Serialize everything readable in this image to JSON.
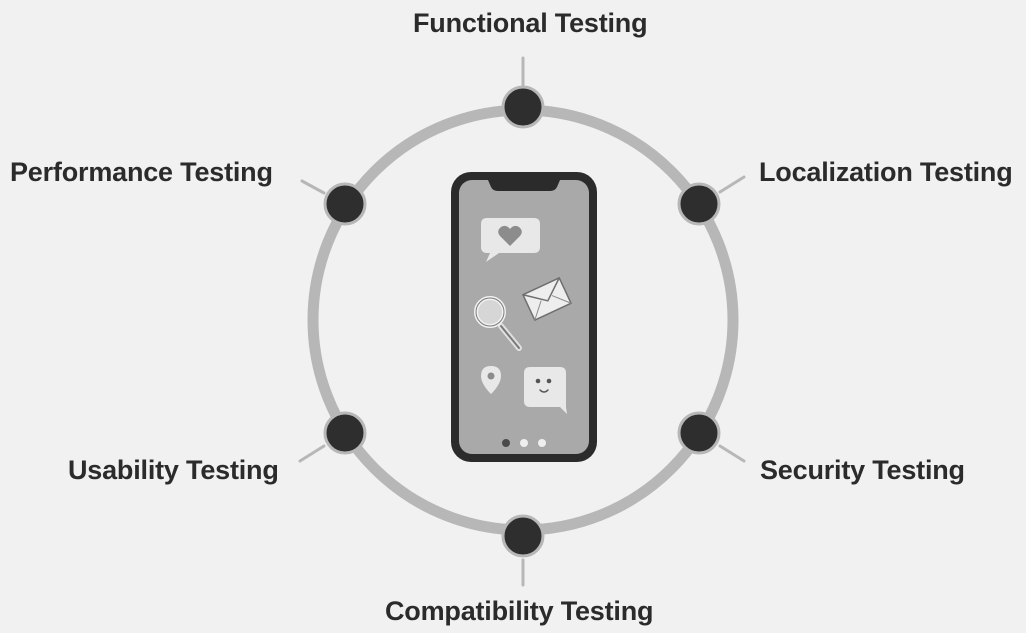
{
  "diagram": {
    "nodes": [
      {
        "id": "top",
        "label": "Functional Testing"
      },
      {
        "id": "top-right",
        "label": "Localization Testing"
      },
      {
        "id": "bottom-right",
        "label": "Security Testing"
      },
      {
        "id": "bottom",
        "label": "Compatibility Testing"
      },
      {
        "id": "bottom-left",
        "label": "Usability Testing"
      },
      {
        "id": "top-left",
        "label": "Performance Testing"
      }
    ],
    "center_icon": "smartphone-icon",
    "screen_icons": [
      "heart-chat-icon",
      "envelope-icon",
      "magnifier-icon",
      "location-pin-icon",
      "smiley-chat-icon"
    ],
    "page_dots": 3,
    "active_page_dot": 1,
    "colors": {
      "background": "#f1f1f1",
      "ring": "#b7b7b7",
      "node": "#2e2e2e",
      "phone_body": "#2b2b2b",
      "phone_screen": "#a9a9a9",
      "text": "#2b2b2b"
    }
  }
}
